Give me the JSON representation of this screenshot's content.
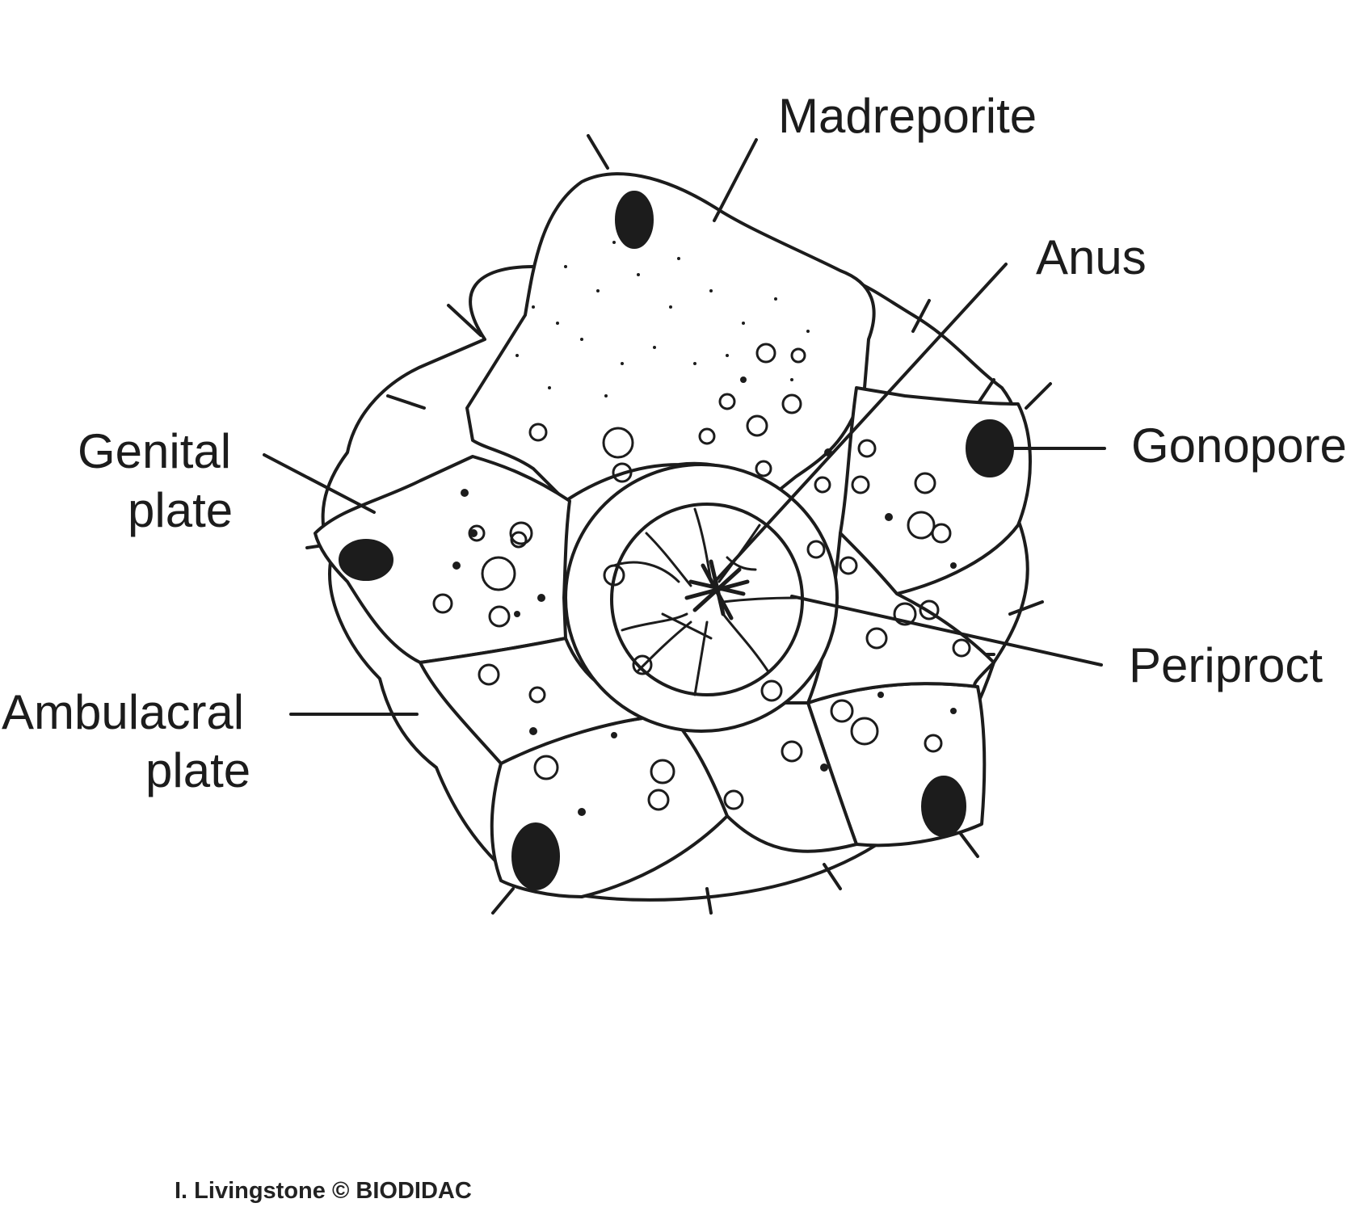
{
  "labels": {
    "madreporite": "Madreporite",
    "anus": "Anus",
    "gonopore": "Gonopore",
    "periproct": "Periproct",
    "genital_plate_line1": "Genital",
    "genital_plate_line2": "plate",
    "ambulacral_plate_line1": "Ambulacral",
    "ambulacral_plate_line2": "plate"
  },
  "credit": "I. Livingstone © BIODIDAC",
  "colors": {
    "ink": "#1c1c1c",
    "background": "#ffffff"
  }
}
